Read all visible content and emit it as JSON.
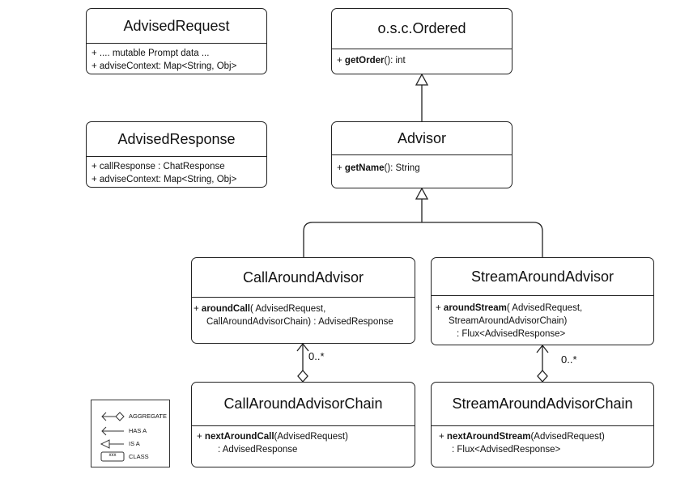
{
  "classes": {
    "advised_request": {
      "name": "AdvisedRequest",
      "members": [
        "+ .... mutable Prompt data ...",
        "+ adviseContext: Map<String, Obj>"
      ]
    },
    "advised_response": {
      "name": "AdvisedResponse",
      "members": [
        "+ callResponse : ChatResponse",
        "+ adviseContext: Map<String, Obj>"
      ]
    },
    "ordered": {
      "name": "o.s.c.Ordered",
      "member_prefix": "+ ",
      "member_bold": "getOrder",
      "member_suffix": "(): int"
    },
    "advisor": {
      "name": "Advisor",
      "member_prefix": "+ ",
      "member_bold": "getName",
      "member_suffix": "(): String"
    },
    "call_around_advisor": {
      "name": "CallAroundAdvisor",
      "line1_prefix": "+ ",
      "line1_bold": "aroundCall",
      "line1_suffix": "( AdvisedRequest,",
      "line2": "CallAroundAdvisorChain) : AdvisedResponse"
    },
    "stream_around_advisor": {
      "name": "StreamAroundAdvisor",
      "line1_prefix": "+ ",
      "line1_bold": "aroundStream",
      "line1_suffix": "( AdvisedRequest,",
      "line2": "StreamAroundAdvisorChain)",
      "line3": ": Flux<AdvisedResponse>"
    },
    "call_around_advisor_chain": {
      "name": "CallAroundAdvisorChain",
      "line1_prefix": "+ ",
      "line1_bold": "nextAroundCall",
      "line1_suffix": "(AdvisedRequest)",
      "line2": ": AdvisedResponse"
    },
    "stream_around_advisor_chain": {
      "name": "StreamAroundAdvisorChain",
      "line1_prefix": "+ ",
      "line1_bold": "nextAroundStream",
      "line1_suffix": "(AdvisedRequest)",
      "line2": ": Flux<AdvisedResponse>"
    }
  },
  "multiplicity": {
    "call": "0..*",
    "stream": "0..*"
  },
  "legend": {
    "aggregate": "AGGREGATE",
    "has_a": "HAS A",
    "is_a": "IS A",
    "class": "CLASS",
    "class_sample": "xxx"
  }
}
